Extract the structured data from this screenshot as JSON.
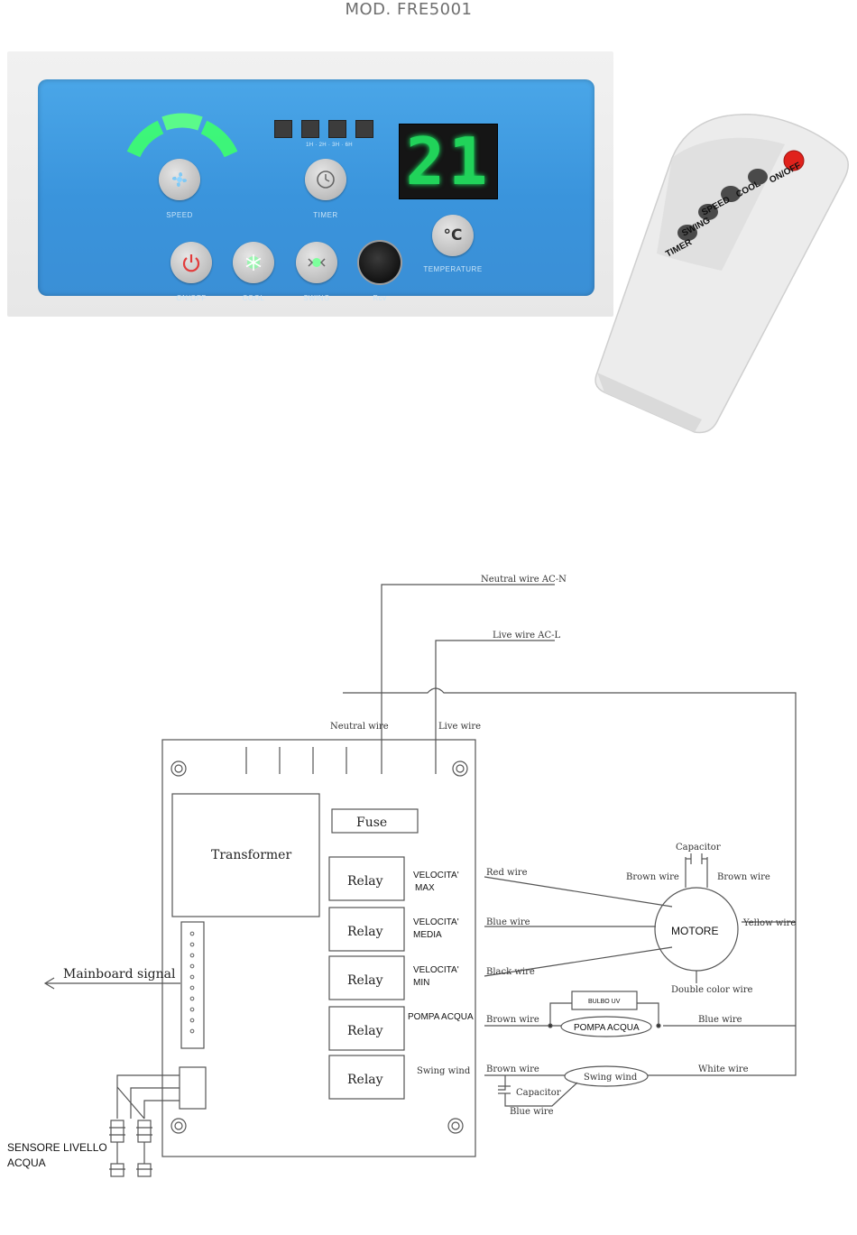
{
  "header": {
    "title": "MOD. FRE5001"
  },
  "panel": {
    "display_value": "21",
    "timer_options": "1H · 2H · 3H · 6H",
    "buttons": {
      "speed": "SPEED",
      "timer": "TIMER",
      "temperature": "TEMPERATURE",
      "temperature_symbol": "°C",
      "onoff": "ON/OFF",
      "cool": "COOL",
      "swing": "SWING",
      "rcv": "Rcv"
    }
  },
  "remote": {
    "buttons": [
      "ON/OFF",
      "COOL",
      "SPEED",
      "SWING",
      "TIMER"
    ]
  },
  "diagram": {
    "neutral_wire_ac": "Neutral wire AC-N",
    "live_wire_ac": "Live wire AC-L",
    "neutral_wire": "Neutral wire",
    "live_wire": "Live wire",
    "fuse": "Fuse",
    "transformer": "Transformer",
    "relay": "Relay",
    "velocita_max": [
      "VELOCITA'",
      "MAX"
    ],
    "velocita_media": [
      "VELOCITA'",
      "MEDIA"
    ],
    "velocita_min": [
      "VELOCITA'",
      "MIN"
    ],
    "pompa_acqua_label": "POMPA ACQUA",
    "swing_wind_label": "Swing wind",
    "red_wire": "Red wire",
    "blue_wire": "Blue wire",
    "black_wire": "Black wire",
    "brown_wire": "Brown wire",
    "white_wire": "White wire",
    "yellow_wire": "Yellow wire",
    "double_color_wire": "Double color wire",
    "capacitor": "Capacitor",
    "motore": "MOTORE",
    "bulbo_uv": "BULBO UV",
    "pompa_acqua": "POMPA ACQUA",
    "swing_wind": "Swing wind",
    "mainboard_signal": "Mainboard signal",
    "sensore": [
      "SENSORE LIVELLO",
      "ACQUA"
    ]
  }
}
